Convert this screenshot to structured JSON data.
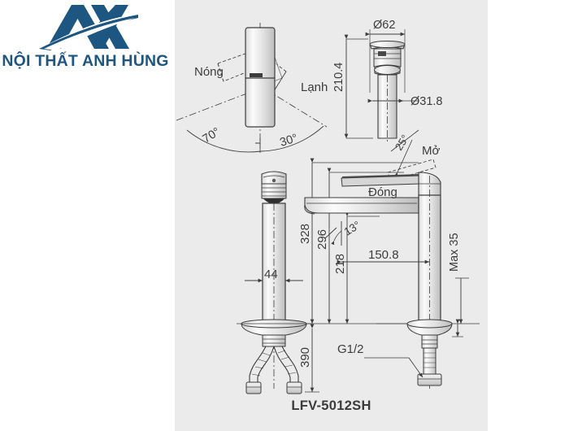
{
  "brand": {
    "name": "NỘI THẤT ANH HÙNG",
    "logo_icon": "ah-monogram-icon",
    "color": "#1c5681"
  },
  "drawing": {
    "model": "LFV-5012SH",
    "background": "#ebebeb",
    "line_color": "#3c3c3c",
    "views": {
      "top_view": {
        "name": "handle-swing-top-view",
        "labels": {
          "hot": "Nóng",
          "cold": "Lạnh",
          "angle_total": "70°",
          "angle_half": "30°"
        }
      },
      "drain_view": {
        "name": "pop-up-drain-view",
        "labels": {
          "cap_diameter": "Ø62",
          "body_diameter": "Ø31.8",
          "total_length": "210.4"
        }
      },
      "side_view": {
        "name": "faucet-side-elevation",
        "labels": {
          "lever_open_angle": "25°",
          "lever_open": "Mở",
          "lever_close": "Đóng",
          "spout_angle": "13°",
          "spout_reach": "150.8",
          "deck_thickness": "Max 35",
          "inlet_thread": "G1/2"
        }
      },
      "front_view": {
        "name": "faucet-front-elevation",
        "labels": {
          "body_width": "44",
          "total_height": "328",
          "spout_height": "296",
          "lower_height": "218",
          "hose_length": "390"
        }
      }
    }
  }
}
